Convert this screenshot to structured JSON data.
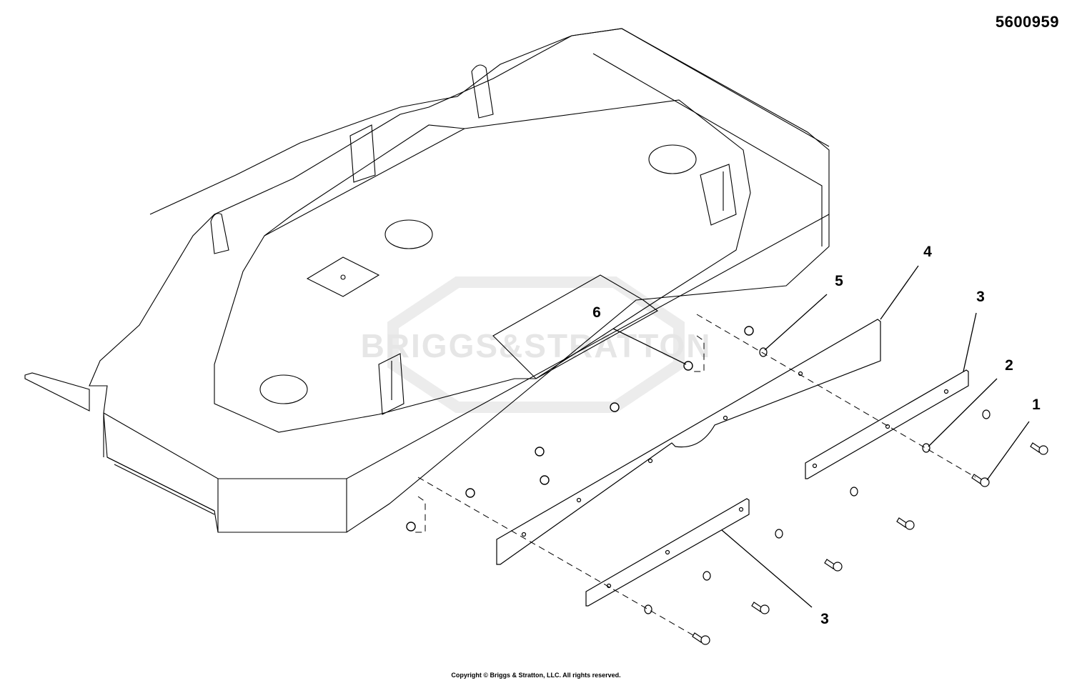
{
  "header": {
    "part_number": "5600959"
  },
  "footer": {
    "copyright": "Copyright © Briggs & Stratton, LLC. All rights reserved."
  },
  "watermark": {
    "text": "BRIGGS&STRATTON"
  },
  "callouts": [
    {
      "id": "1",
      "label": "1",
      "part": "bolt"
    },
    {
      "id": "2",
      "label": "2",
      "part": "washer"
    },
    {
      "id": "3a",
      "label": "3",
      "part": "baffle-strip-right"
    },
    {
      "id": "3b",
      "label": "3",
      "part": "baffle-strip-left"
    },
    {
      "id": "4",
      "label": "4",
      "part": "baffle-plate"
    },
    {
      "id": "5",
      "label": "5",
      "part": "flange-nut"
    },
    {
      "id": "6",
      "label": "6",
      "part": "flange-nut"
    }
  ],
  "colors": {
    "line": "#000000",
    "watermark": "#e6e6e6",
    "background": "#ffffff"
  }
}
